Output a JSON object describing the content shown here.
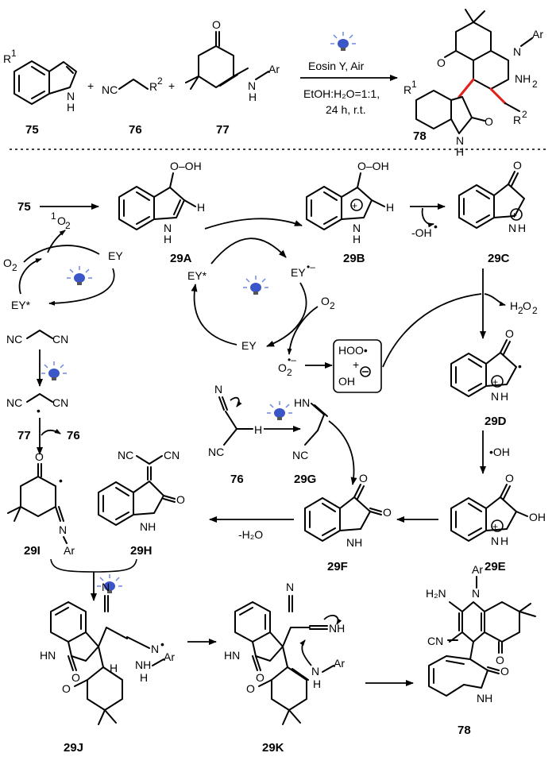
{
  "top_reaction": {
    "reactant_1": {
      "sub": "R",
      "sup": "1",
      "nh": "N",
      "h": "H",
      "number": "75"
    },
    "reactant_2": {
      "prefix": "NC",
      "sub": "R",
      "sup": "2",
      "number": "76"
    },
    "reactant_3": {
      "o": "O",
      "nh": "N",
      "h": "H",
      "ar": "Ar",
      "number": "77"
    },
    "plus": "+",
    "conditions_1": "Eosin Y, Air",
    "conditions_2": "EtOH:H₂O=1:1,",
    "conditions_3": "24 h, r.t.",
    "product": {
      "n": "N",
      "ar": "Ar",
      "nh2": "NH",
      "nh2_sub": "2",
      "r1": "R",
      "r1_sup": "1",
      "r2": "R",
      "r2_sup": "2",
      "o1": "O",
      "o2": "O",
      "nh": "N",
      "h": "H",
      "number": "78"
    }
  },
  "mechanism": {
    "label_75": "75",
    "singlet_oxygen": "O",
    "singlet_sup": "1",
    "singlet_sub": "2",
    "o2_left": "O",
    "o2_left_sub": "2",
    "ey_left": "EY",
    "ey_star_left": "EY*",
    "ooh": "O–OH",
    "nh_29a": "N",
    "h_29a": "H",
    "h_alkene_29a": "H",
    "label_29a": "29A",
    "label_29b": "29B",
    "label_29c": "29C",
    "label_29d": "29D",
    "label_29e": "29E",
    "label_29f": "29F",
    "label_29g": "29G",
    "label_29h": "29H",
    "label_29i": "29I",
    "label_29j": "29J",
    "label_29k": "29K",
    "label_78": "78",
    "label_76": "76",
    "label_77": "77",
    "ey_star_center": "EY*",
    "ey_radical_anion": "EY",
    "ey_radical_anion_sup": "•–",
    "ey_center": "EY",
    "o2_center": "O",
    "o2_center_sub": "2",
    "superoxide": "O",
    "superoxide_sub": "2",
    "superoxide_sup": "•–",
    "box_line1": "HOO•",
    "box_line2": "+",
    "box_line3": "OH",
    "oh_loss": "-OH",
    "oh_loss_dot": "•",
    "h2o2": "H",
    "h2o2_sub": "2",
    "h2o2_o": "O",
    "h2o2_sub2": "2",
    "oh_radical": "•OH",
    "o_29c": "O",
    "nh_29c": "N",
    "h_29c": "H",
    "malononitrile_nc": "NC",
    "malononitrile_cn": "CN",
    "radical_nc": "NC",
    "radical_cn": "CN",
    "loss_76": "76",
    "water_loss": "-H₂O",
    "oh_29e": "OH",
    "hn_29g": "HN",
    "nc_29g": "NC",
    "n_76": "N",
    "nc_76": "NC",
    "h_76": "H",
    "nc_29h": "NC",
    "cn_29h": "CN",
    "o_generic": "O",
    "n_generic": "N",
    "ar_generic": "Ar",
    "h_generic": "H",
    "hn_generic": "HN",
    "nh_generic": "NH",
    "h2n_generic": "H₂N",
    "cn_generic": "CN",
    "nc_generic": "NC",
    "nh_29k": "NH"
  }
}
